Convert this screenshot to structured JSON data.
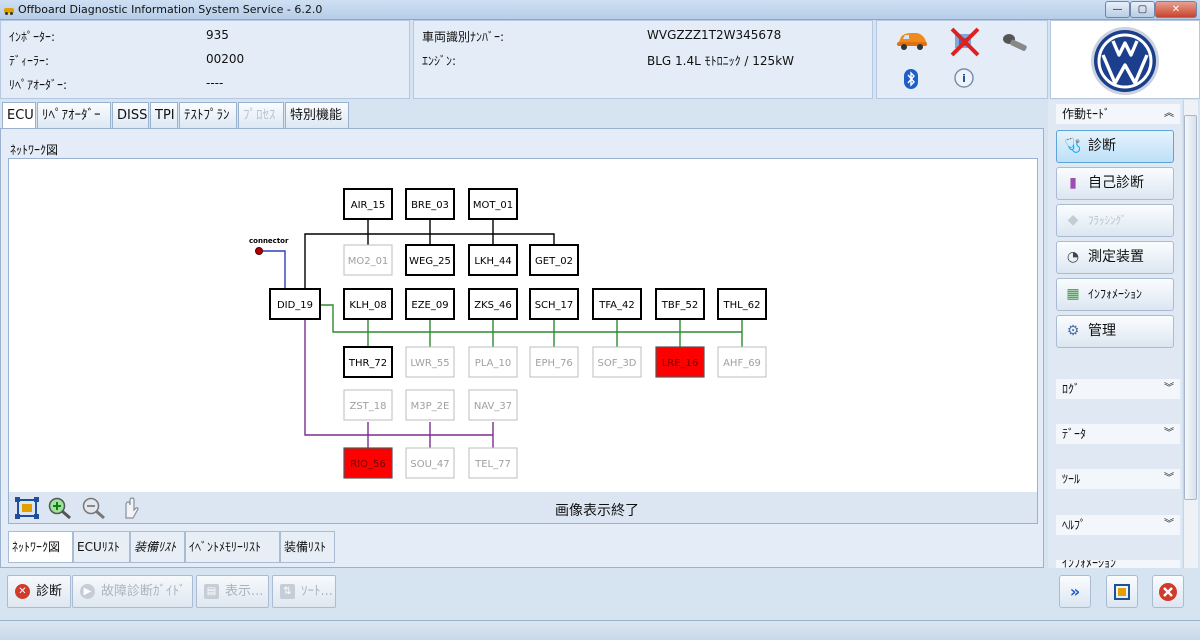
{
  "window": {
    "title": "Offboard Diagnostic Information System Service - 6.2.0",
    "min": "—",
    "max": "▢",
    "close": "✕"
  },
  "info_left": [
    {
      "label": "ｲﾝﾎﾟｰﾀｰ:",
      "value": "935"
    },
    {
      "label": "ﾃﾞｨｰﾗｰ:",
      "value": "00200"
    },
    {
      "label": "ﾘﾍﾟｱｵｰﾀﾞｰ:",
      "value": "----"
    }
  ],
  "info_mid": [
    {
      "label": "車両識別ﾅﾝﾊﾞｰ:",
      "value": "WVGZZZ1T2W345678"
    },
    {
      "label": "ｴﾝｼﾞﾝ:",
      "value": "BLG 1.4L ﾓﾄﾛﾆｯｸ / 125kW"
    }
  ],
  "tabs": [
    {
      "label": "ECU",
      "state": "active"
    },
    {
      "label": "ﾘﾍﾟｱｵｰﾀﾞｰ",
      "state": "normal"
    },
    {
      "label": "DISS",
      "state": "normal"
    },
    {
      "label": "TPI",
      "state": "normal"
    },
    {
      "label": "ﾃｽﾄﾌﾟﾗﾝ",
      "state": "normal"
    },
    {
      "label": "ﾌﾟﾛｾｽ",
      "state": "disabled"
    },
    {
      "label": "特別機能",
      "state": "normal"
    }
  ],
  "network_caption": "ﾈｯﾄﾜｰｸ図",
  "connector_label": "connector",
  "status_text": "画像表示終了",
  "colors": {
    "fault": "#ff0000",
    "bus_green": "#2e8b2e",
    "bus_purple": "#7b2d8e",
    "bus_blue": "#2a3fbf"
  },
  "ecus": [
    {
      "id": "AIR_15",
      "state": "active"
    },
    {
      "id": "BRE_03",
      "state": "active"
    },
    {
      "id": "MOT_01",
      "state": "active"
    },
    {
      "id": "MO2_01",
      "state": "inactive"
    },
    {
      "id": "WEG_25",
      "state": "active"
    },
    {
      "id": "LKH_44",
      "state": "active"
    },
    {
      "id": "GET_02",
      "state": "active"
    },
    {
      "id": "DID_19",
      "state": "active"
    },
    {
      "id": "KLH_08",
      "state": "active"
    },
    {
      "id": "EZE_09",
      "state": "active"
    },
    {
      "id": "ZKS_46",
      "state": "active"
    },
    {
      "id": "SCH_17",
      "state": "active"
    },
    {
      "id": "TFA_42",
      "state": "active"
    },
    {
      "id": "TBF_52",
      "state": "active"
    },
    {
      "id": "THL_62",
      "state": "active"
    },
    {
      "id": "THR_72",
      "state": "active"
    },
    {
      "id": "LWR_55",
      "state": "inactive"
    },
    {
      "id": "PLA_10",
      "state": "inactive"
    },
    {
      "id": "EPH_76",
      "state": "inactive"
    },
    {
      "id": "SOF_3D",
      "state": "inactive"
    },
    {
      "id": "LRE_16",
      "state": "fault"
    },
    {
      "id": "AHF_69",
      "state": "inactive"
    },
    {
      "id": "ZST_18",
      "state": "inactive"
    },
    {
      "id": "M3P_2E",
      "state": "inactive"
    },
    {
      "id": "NAV_37",
      "state": "inactive"
    },
    {
      "id": "RIO_56",
      "state": "fault"
    },
    {
      "id": "SOU_47",
      "state": "inactive"
    },
    {
      "id": "TEL_77",
      "state": "inactive"
    }
  ],
  "bottom_tabs": [
    {
      "label": "ﾈｯﾄﾜｰｸ図",
      "state": "active"
    },
    {
      "label": "ECUﾘｽﾄ",
      "state": "normal"
    },
    {
      "label": "装備ﾘｽﾄ",
      "state": "italic"
    },
    {
      "label": "ｲﾍﾞﾝﾄﾒﾓﾘｰﾘｽﾄ",
      "state": "normal"
    },
    {
      "label": "装備ﾘｽﾄ",
      "state": "normal"
    }
  ],
  "bottom_buttons": [
    {
      "label": "診断",
      "icon": "stop-icon",
      "state": "enabled"
    },
    {
      "label": "故障診断ｶﾞｲﾄﾞ",
      "icon": "play-icon",
      "state": "disabled"
    },
    {
      "label": "表示...",
      "icon": "display-icon",
      "state": "disabled"
    },
    {
      "label": "ｿｰﾄ...",
      "icon": "sort-icon",
      "state": "disabled"
    }
  ],
  "right_panel": {
    "mode_header": "作動ﾓｰﾄﾞ",
    "mode_buttons": [
      {
        "label": "診断",
        "icon": "stethoscope-icon",
        "state": "active"
      },
      {
        "label": "自己診断",
        "icon": "book-icon",
        "state": "normal"
      },
      {
        "label": "ﾌﾗｯｼﾝｸﾞ",
        "icon": "flash-car-icon",
        "state": "disabled"
      },
      {
        "label": "測定装置",
        "icon": "gauge-icon",
        "state": "normal"
      },
      {
        "label": "ｲﾝﾌｫﾒｰｼｮﾝ",
        "icon": "books-icon",
        "state": "normal"
      },
      {
        "label": "管理",
        "icon": "gear-icon",
        "state": "normal"
      }
    ],
    "sections": [
      "ﾛｸﾞ",
      "ﾃﾞｰﾀ",
      "ﾂｰﾙ",
      "ﾍﾙﾌﾟ",
      "ｲﾝﾌｫﾒｰｼｮﾝ"
    ]
  }
}
